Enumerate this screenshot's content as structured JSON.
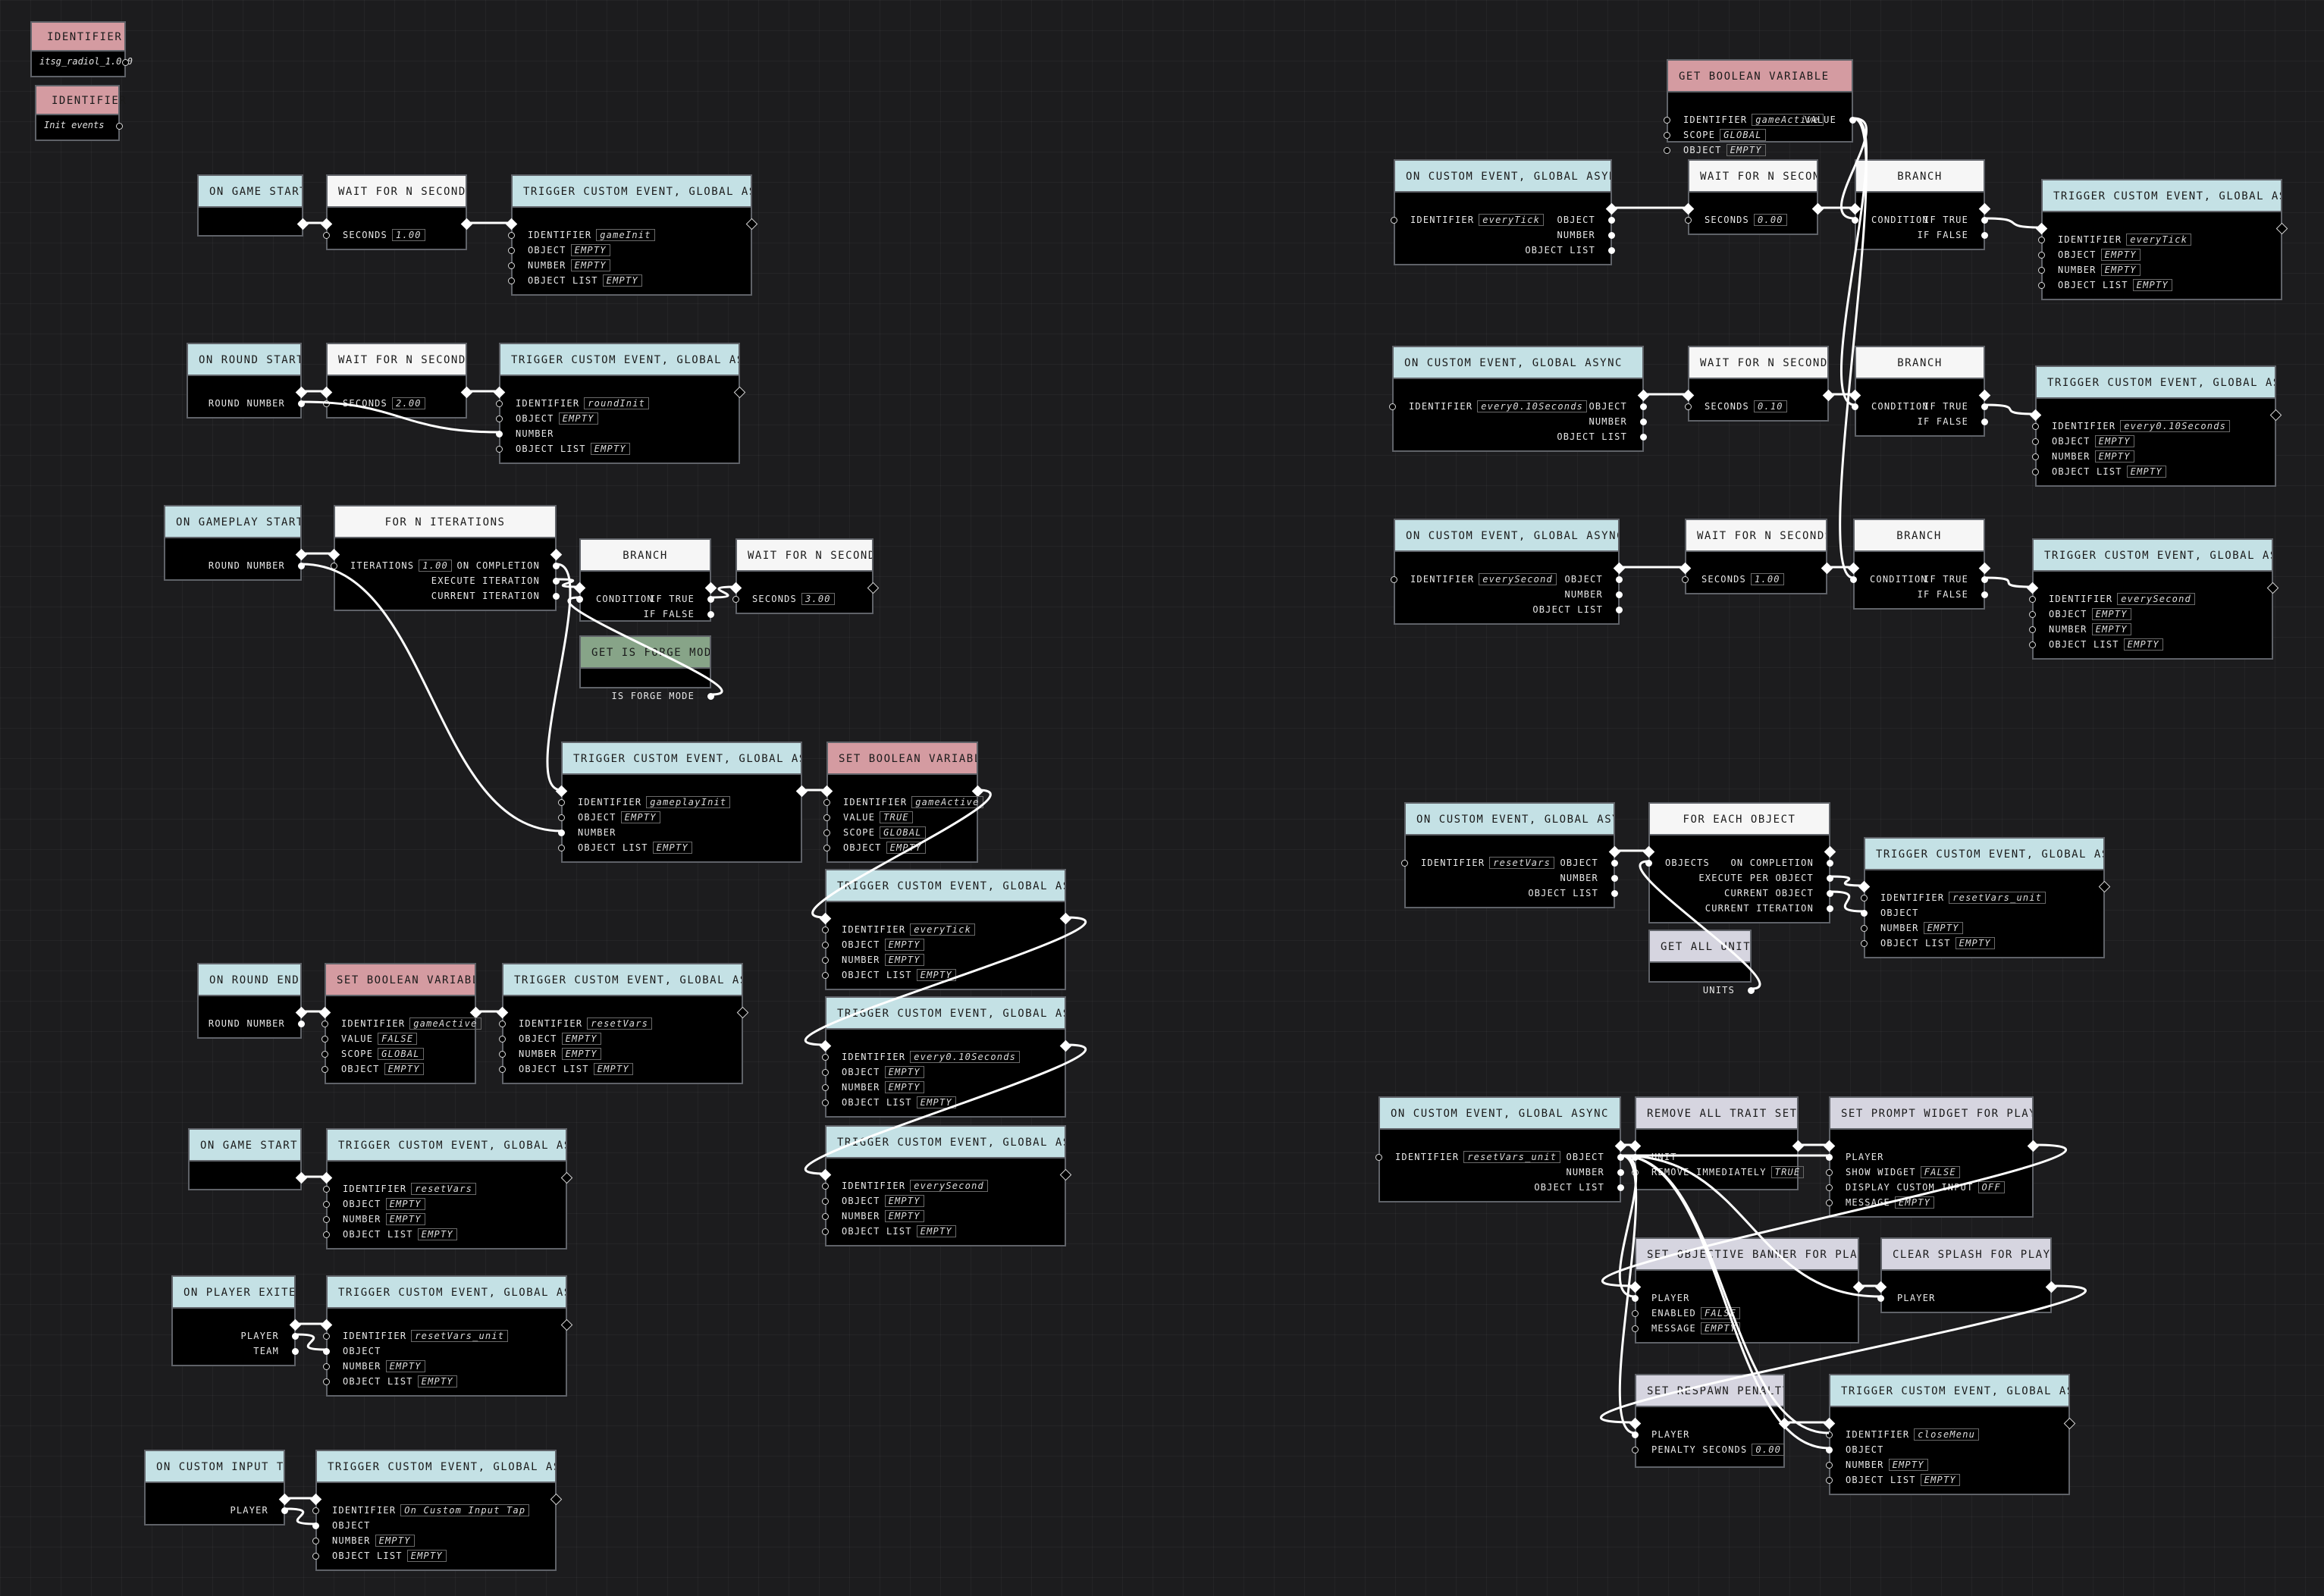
{
  "identifiers": [
    {
      "title": "IDENTIFIER",
      "value": "itsg_radiol_1.0.0"
    },
    {
      "title": "IDENTIFIER",
      "value": "Init events"
    }
  ],
  "nodes": [
    {
      "id": "n1",
      "title": "ON GAME START",
      "color": "blue",
      "left": [
        "exec"
      ],
      "right": [
        "exec"
      ],
      "inputs": [],
      "outputs": []
    },
    {
      "id": "n2",
      "title": "WAIT FOR N SECONDS",
      "color": "white",
      "inputs": [
        [
          "SECONDS",
          "1.00"
        ]
      ],
      "outputs": []
    },
    {
      "id": "n3",
      "title": "TRIGGER CUSTOM EVENT, GLOBAL ASYNC",
      "color": "blue",
      "inputs": [
        [
          "IDENTIFIER",
          "gameInit"
        ],
        [
          "OBJECT",
          "EMPTY"
        ],
        [
          "NUMBER",
          "EMPTY"
        ],
        [
          "OBJECT LIST",
          "EMPTY"
        ]
      ],
      "outputs": []
    },
    {
      "id": "n4",
      "title": "ON ROUND START",
      "color": "blue",
      "inputs": [],
      "outputs": [
        "ROUND NUMBER"
      ]
    },
    {
      "id": "n5",
      "title": "WAIT FOR N SECONDS",
      "color": "white",
      "inputs": [
        [
          "SECONDS",
          "2.00"
        ]
      ],
      "outputs": []
    },
    {
      "id": "n6",
      "title": "TRIGGER CUSTOM EVENT, GLOBAL ASYNC",
      "color": "blue",
      "inputs": [
        [
          "IDENTIFIER",
          "roundInit"
        ],
        [
          "OBJECT",
          "EMPTY"
        ],
        [
          "NUMBER",
          ""
        ],
        [
          "OBJECT LIST",
          "EMPTY"
        ]
      ],
      "outputs": []
    },
    {
      "id": "n7",
      "title": "ON GAMEPLAY START",
      "color": "blue",
      "inputs": [],
      "outputs": [
        "ROUND NUMBER"
      ]
    },
    {
      "id": "n8",
      "title": "FOR N ITERATIONS",
      "color": "white",
      "inputs": [
        [
          "ITERATIONS",
          "1.00"
        ]
      ],
      "outputs": [
        "ON COMPLETION",
        "EXECUTE ITERATION",
        "CURRENT ITERATION"
      ]
    },
    {
      "id": "n9",
      "title": "BRANCH",
      "color": "white",
      "inputs": [
        [
          "CONDITION",
          ""
        ]
      ],
      "outputs": [
        "IF TRUE",
        "IF FALSE"
      ]
    },
    {
      "id": "n10",
      "title": "WAIT FOR N SECONDS",
      "color": "white",
      "inputs": [
        [
          "SECONDS",
          "3.00"
        ]
      ],
      "outputs": []
    },
    {
      "id": "n11",
      "title": "GET IS FORGE MODE",
      "color": "green",
      "inputs": [],
      "outputs": [
        "IS FORGE MODE"
      ]
    },
    {
      "id": "n12",
      "title": "TRIGGER CUSTOM EVENT, GLOBAL ASYNC",
      "color": "blue",
      "inputs": [
        [
          "IDENTIFIER",
          "gameplayInit"
        ],
        [
          "OBJECT",
          "EMPTY"
        ],
        [
          "NUMBER",
          ""
        ],
        [
          "OBJECT LIST",
          "EMPTY"
        ]
      ],
      "outputs": []
    },
    {
      "id": "n13",
      "title": "SET BOOLEAN VARIABLE",
      "color": "pink",
      "inputs": [
        [
          "IDENTIFIER",
          "gameActive"
        ],
        [
          "VALUE",
          "TRUE"
        ],
        [
          "SCOPE",
          "GLOBAL"
        ],
        [
          "OBJECT",
          "EMPTY"
        ]
      ],
      "outputs": []
    },
    {
      "id": "n14",
      "title": "TRIGGER CUSTOM EVENT, GLOBAL ASYNC",
      "color": "blue",
      "inputs": [
        [
          "IDENTIFIER",
          "everyTick"
        ],
        [
          "OBJECT",
          "EMPTY"
        ],
        [
          "NUMBER",
          "EMPTY"
        ],
        [
          "OBJECT LIST",
          "EMPTY"
        ]
      ],
      "outputs": []
    },
    {
      "id": "n15",
      "title": "TRIGGER CUSTOM EVENT, GLOBAL ASYNC",
      "color": "blue",
      "inputs": [
        [
          "IDENTIFIER",
          "every0.10Seconds"
        ],
        [
          "OBJECT",
          "EMPTY"
        ],
        [
          "NUMBER",
          "EMPTY"
        ],
        [
          "OBJECT LIST",
          "EMPTY"
        ]
      ],
      "outputs": []
    },
    {
      "id": "n16",
      "title": "TRIGGER CUSTOM EVENT, GLOBAL ASYNC",
      "color": "blue",
      "inputs": [
        [
          "IDENTIFIER",
          "everySecond"
        ],
        [
          "OBJECT",
          "EMPTY"
        ],
        [
          "NUMBER",
          "EMPTY"
        ],
        [
          "OBJECT LIST",
          "EMPTY"
        ]
      ],
      "outputs": []
    },
    {
      "id": "n17",
      "title": "ON ROUND END",
      "color": "blue",
      "inputs": [],
      "outputs": [
        "ROUND NUMBER"
      ]
    },
    {
      "id": "n18",
      "title": "SET BOOLEAN VARIABLE",
      "color": "pink",
      "inputs": [
        [
          "IDENTIFIER",
          "gameActive"
        ],
        [
          "VALUE",
          "FALSE"
        ],
        [
          "SCOPE",
          "GLOBAL"
        ],
        [
          "OBJECT",
          "EMPTY"
        ]
      ],
      "outputs": []
    },
    {
      "id": "n19",
      "title": "TRIGGER CUSTOM EVENT, GLOBAL ASYNC",
      "color": "blue",
      "inputs": [
        [
          "IDENTIFIER",
          "resetVars"
        ],
        [
          "OBJECT",
          "EMPTY"
        ],
        [
          "NUMBER",
          "EMPTY"
        ],
        [
          "OBJECT LIST",
          "EMPTY"
        ]
      ],
      "outputs": []
    },
    {
      "id": "n20",
      "title": "ON GAME START",
      "color": "blue",
      "inputs": [],
      "outputs": []
    },
    {
      "id": "n21",
      "title": "TRIGGER CUSTOM EVENT, GLOBAL ASYNC",
      "color": "blue",
      "inputs": [
        [
          "IDENTIFIER",
          "resetVars"
        ],
        [
          "OBJECT",
          "EMPTY"
        ],
        [
          "NUMBER",
          "EMPTY"
        ],
        [
          "OBJECT LIST",
          "EMPTY"
        ]
      ],
      "outputs": []
    },
    {
      "id": "n22",
      "title": "ON PLAYER EXITED",
      "color": "blue",
      "inputs": [],
      "outputs": [
        "PLAYER",
        "TEAM"
      ]
    },
    {
      "id": "n23",
      "title": "TRIGGER CUSTOM EVENT, GLOBAL ASYNC",
      "color": "blue",
      "inputs": [
        [
          "IDENTIFIER",
          "resetVars_unit"
        ],
        [
          "OBJECT",
          ""
        ],
        [
          "NUMBER",
          "EMPTY"
        ],
        [
          "OBJECT LIST",
          "EMPTY"
        ]
      ],
      "outputs": []
    },
    {
      "id": "n24",
      "title": "ON CUSTOM INPUT TAP",
      "color": "blue",
      "inputs": [],
      "outputs": [
        "PLAYER"
      ]
    },
    {
      "id": "n25",
      "title": "TRIGGER CUSTOM EVENT, GLOBAL ASYNC",
      "color": "blue",
      "inputs": [
        [
          "IDENTIFIER",
          "On Custom Input Tap"
        ],
        [
          "OBJECT",
          ""
        ],
        [
          "NUMBER",
          "EMPTY"
        ],
        [
          "OBJECT LIST",
          "EMPTY"
        ]
      ],
      "outputs": []
    },
    {
      "id": "r1",
      "title": "GET BOOLEAN VARIABLE",
      "color": "pink",
      "inputs": [
        [
          "IDENTIFIER",
          "gameActive"
        ],
        [
          "SCOPE",
          "GLOBAL"
        ],
        [
          "OBJECT",
          "EMPTY"
        ]
      ],
      "outputs": [
        "VALUE"
      ]
    },
    {
      "id": "r2",
      "title": "ON CUSTOM EVENT, GLOBAL ASYNC",
      "color": "blue",
      "inputs": [
        [
          "IDENTIFIER",
          "everyTick"
        ]
      ],
      "outputs": [
        "OBJECT",
        "NUMBER",
        "OBJECT LIST"
      ]
    },
    {
      "id": "r3",
      "title": "WAIT FOR N SECONDS",
      "color": "white",
      "inputs": [
        [
          "SECONDS",
          "0.00"
        ]
      ],
      "outputs": []
    },
    {
      "id": "r4",
      "title": "BRANCH",
      "color": "white",
      "inputs": [
        [
          "CONDITION",
          ""
        ]
      ],
      "outputs": [
        "IF TRUE",
        "IF FALSE"
      ]
    },
    {
      "id": "r5",
      "title": "TRIGGER CUSTOM EVENT, GLOBAL ASYNC",
      "color": "blue",
      "inputs": [
        [
          "IDENTIFIER",
          "everyTick"
        ],
        [
          "OBJECT",
          "EMPTY"
        ],
        [
          "NUMBER",
          "EMPTY"
        ],
        [
          "OBJECT LIST",
          "EMPTY"
        ]
      ],
      "outputs": []
    },
    {
      "id": "r6",
      "title": "ON CUSTOM EVENT, GLOBAL ASYNC",
      "color": "blue",
      "inputs": [
        [
          "IDENTIFIER",
          "every0.10Seconds"
        ]
      ],
      "outputs": [
        "OBJECT",
        "NUMBER",
        "OBJECT LIST"
      ]
    },
    {
      "id": "r7",
      "title": "WAIT FOR N SECONDS",
      "color": "white",
      "inputs": [
        [
          "SECONDS",
          "0.10"
        ]
      ],
      "outputs": []
    },
    {
      "id": "r8",
      "title": "BRANCH",
      "color": "white",
      "inputs": [
        [
          "CONDITION",
          ""
        ]
      ],
      "outputs": [
        "IF TRUE",
        "IF FALSE"
      ]
    },
    {
      "id": "r9",
      "title": "TRIGGER CUSTOM EVENT, GLOBAL ASYNC",
      "color": "blue",
      "inputs": [
        [
          "IDENTIFIER",
          "every0.10Seconds"
        ],
        [
          "OBJECT",
          "EMPTY"
        ],
        [
          "NUMBER",
          "EMPTY"
        ],
        [
          "OBJECT LIST",
          "EMPTY"
        ]
      ],
      "outputs": []
    },
    {
      "id": "r10",
      "title": "ON CUSTOM EVENT, GLOBAL ASYNC",
      "color": "blue",
      "inputs": [
        [
          "IDENTIFIER",
          "everySecond"
        ]
      ],
      "outputs": [
        "OBJECT",
        "NUMBER",
        "OBJECT LIST"
      ]
    },
    {
      "id": "r11",
      "title": "WAIT FOR N SECONDS",
      "color": "white",
      "inputs": [
        [
          "SECONDS",
          "1.00"
        ]
      ],
      "outputs": []
    },
    {
      "id": "r12",
      "title": "BRANCH",
      "color": "white",
      "inputs": [
        [
          "CONDITION",
          ""
        ]
      ],
      "outputs": [
        "IF TRUE",
        "IF FALSE"
      ]
    },
    {
      "id": "r13",
      "title": "TRIGGER CUSTOM EVENT, GLOBAL ASYNC",
      "color": "blue",
      "inputs": [
        [
          "IDENTIFIER",
          "everySecond"
        ],
        [
          "OBJECT",
          "EMPTY"
        ],
        [
          "NUMBER",
          "EMPTY"
        ],
        [
          "OBJECT LIST",
          "EMPTY"
        ]
      ],
      "outputs": []
    },
    {
      "id": "r14",
      "title": "ON CUSTOM EVENT, GLOBAL ASYNC",
      "color": "blue",
      "inputs": [
        [
          "IDENTIFIER",
          "resetVars"
        ]
      ],
      "outputs": [
        "OBJECT",
        "NUMBER",
        "OBJECT LIST"
      ]
    },
    {
      "id": "r15",
      "title": "FOR EACH OBJECT",
      "color": "white",
      "inputs": [
        [
          "OBJECTS",
          ""
        ]
      ],
      "outputs": [
        "ON COMPLETION",
        "EXECUTE PER OBJECT",
        "CURRENT OBJECT",
        "CURRENT ITERATION"
      ]
    },
    {
      "id": "r16",
      "title": "GET ALL UNITS",
      "color": "lav",
      "inputs": [],
      "outputs": [
        "UNITS"
      ]
    },
    {
      "id": "r17",
      "title": "TRIGGER CUSTOM EVENT, GLOBAL ASYNC",
      "color": "blue",
      "inputs": [
        [
          "IDENTIFIER",
          "resetVars_unit"
        ],
        [
          "OBJECT",
          ""
        ],
        [
          "NUMBER",
          "EMPTY"
        ],
        [
          "OBJECT LIST",
          "EMPTY"
        ]
      ],
      "outputs": []
    },
    {
      "id": "r18",
      "title": "ON CUSTOM EVENT, GLOBAL ASYNC",
      "color": "blue",
      "inputs": [
        [
          "IDENTIFIER",
          "resetVars_unit"
        ]
      ],
      "outputs": [
        "OBJECT",
        "NUMBER",
        "OBJECT LIST"
      ]
    },
    {
      "id": "r19",
      "title": "REMOVE ALL TRAIT SETS",
      "color": "lav",
      "inputs": [
        [
          "UNIT",
          ""
        ],
        [
          "REMOVE IMMEDIATELY",
          "TRUE"
        ]
      ],
      "outputs": []
    },
    {
      "id": "r20",
      "title": "SET PROMPT WIDGET FOR PLAYER",
      "color": "lav",
      "inputs": [
        [
          "PLAYER",
          ""
        ],
        [
          "SHOW WIDGET",
          "FALSE"
        ],
        [
          "DISPLAY CUSTOM INPUT",
          "OFF"
        ],
        [
          "MESSAGE",
          "EMPTY"
        ]
      ],
      "outputs": []
    },
    {
      "id": "r21",
      "title": "SET OBJECTIVE BANNER FOR PLAYER",
      "color": "lav",
      "inputs": [
        [
          "PLAYER",
          ""
        ],
        [
          "ENABLED",
          "FALSE"
        ],
        [
          "MESSAGE",
          "EMPTY"
        ]
      ],
      "outputs": []
    },
    {
      "id": "r22",
      "title": "CLEAR SPLASH FOR PLAYER",
      "color": "lav",
      "inputs": [
        [
          "PLAYER",
          ""
        ]
      ],
      "outputs": []
    },
    {
      "id": "r23",
      "title": "SET RESPAWN PENALTY",
      "color": "lav",
      "inputs": [
        [
          "PLAYER",
          ""
        ],
        [
          "PENALTY SECONDS",
          "0.00"
        ]
      ],
      "outputs": []
    },
    {
      "id": "r24",
      "title": "TRIGGER CUSTOM EVENT, GLOBAL ASYNC",
      "color": "blue",
      "inputs": [
        [
          "IDENTIFIER",
          "closeMenu"
        ],
        [
          "OBJECT",
          ""
        ],
        [
          "NUMBER",
          "EMPTY"
        ],
        [
          "OBJECT LIST",
          "EMPTY"
        ]
      ],
      "outputs": []
    }
  ]
}
